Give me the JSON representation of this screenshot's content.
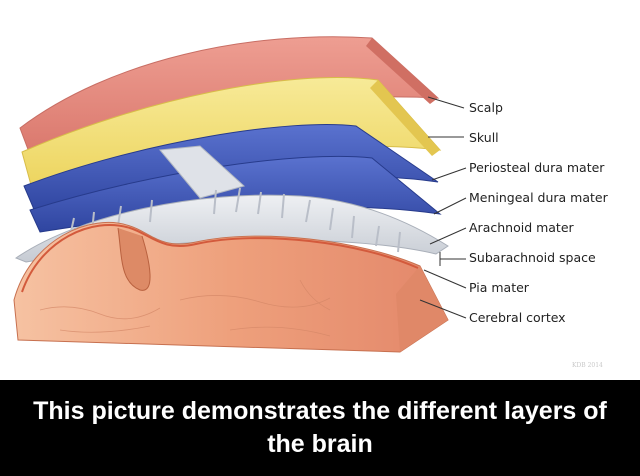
{
  "diagram": {
    "labels": [
      "Scalp",
      "Skull",
      "Periosteal dura mater",
      "Meningeal dura mater",
      "Arachnoid mater",
      "Subarachnoid space",
      "Pia mater",
      "Cerebral cortex"
    ],
    "credit": "KDB 2014",
    "colors": {
      "scalp": "#e58a80",
      "skull": "#f2e07a",
      "dura": "#3d56b8",
      "arachnoid": "#d9dde3",
      "cortex": "#f0a27c"
    }
  },
  "caption": {
    "text": "This picture demonstrates the different layers of the brain"
  }
}
